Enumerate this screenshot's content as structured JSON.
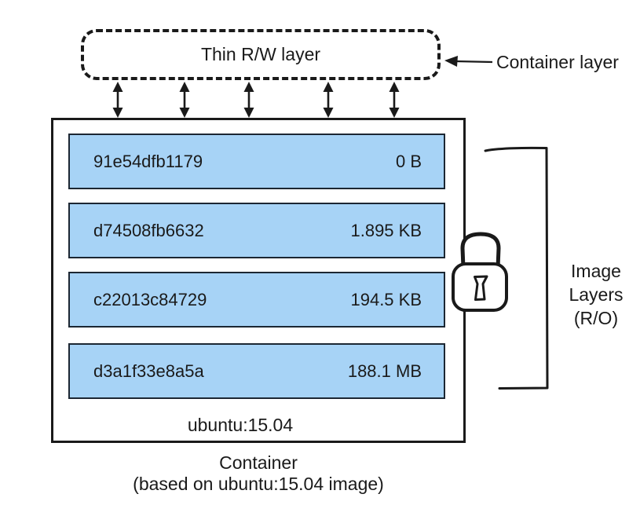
{
  "colors": {
    "layer_fill": "#a7d3f6",
    "layer_border": "#1c2733",
    "line": "#1a1a1a",
    "background": "#ffffff"
  },
  "container_layer": {
    "label": "Thin R/W layer",
    "annotation": "Container layer"
  },
  "image_layers": [
    {
      "id": "91e54dfb1179",
      "size": "0 B"
    },
    {
      "id": "d74508fb6632",
      "size": "1.895 KB"
    },
    {
      "id": "c22013c84729",
      "size": "194.5 KB"
    },
    {
      "id": "d3a1f33e8a5a",
      "size": "188.1 MB"
    }
  ],
  "base_image_label": "ubuntu:15.04",
  "right_annotation": {
    "lines": [
      "Image",
      "Layers",
      "(R/O)"
    ]
  },
  "caption": {
    "lines": [
      "Container",
      "(based on ubuntu:15.04 image)"
    ]
  },
  "icons": {
    "lock": "padlock-icon"
  }
}
